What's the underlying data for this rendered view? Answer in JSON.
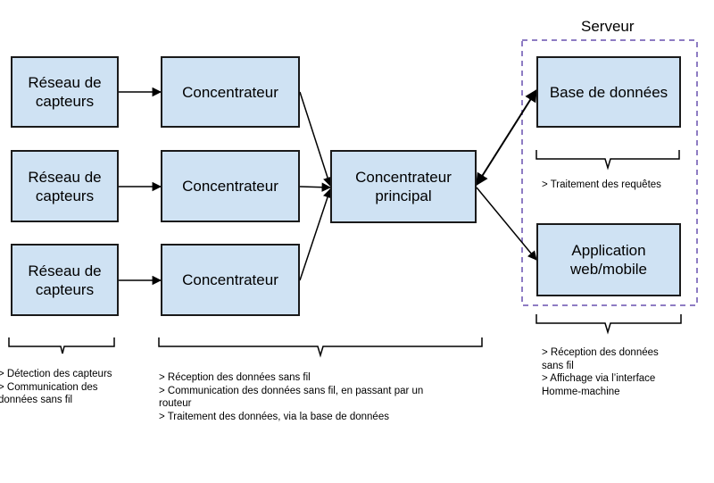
{
  "server_title": "Serveur",
  "sensor_networks": [
    {
      "label": "Réseau de\ncapteurs"
    },
    {
      "label": "Réseau de\ncapteurs"
    },
    {
      "label": "Réseau de\ncapteurs"
    }
  ],
  "concentrators": [
    {
      "label": "Concentrateur"
    },
    {
      "label": "Concentrateur"
    },
    {
      "label": "Concentrateur"
    }
  ],
  "main_concentrator": {
    "label": "Concentrateur\nprincipal"
  },
  "database": {
    "label": "Base de données"
  },
  "application": {
    "label": "Application\nweb/mobile"
  },
  "notes": {
    "sensors": "> Détection des capteurs\n> Communication des\ndonnées sans fil",
    "concentrators": "> Réception des données sans fil\n> Communication des données sans fil, en passant par un\nrouteur\n> Traitement des données, via la base de données",
    "database": "> Traitement des requêtes",
    "application": "> Réception des données\nsans fil\n> Affichage via l’interface\nHomme-machine"
  },
  "colors": {
    "box_fill": "#cfe2f3",
    "box_border": "#1a1a1a",
    "server_border": "#8e7cc3"
  }
}
